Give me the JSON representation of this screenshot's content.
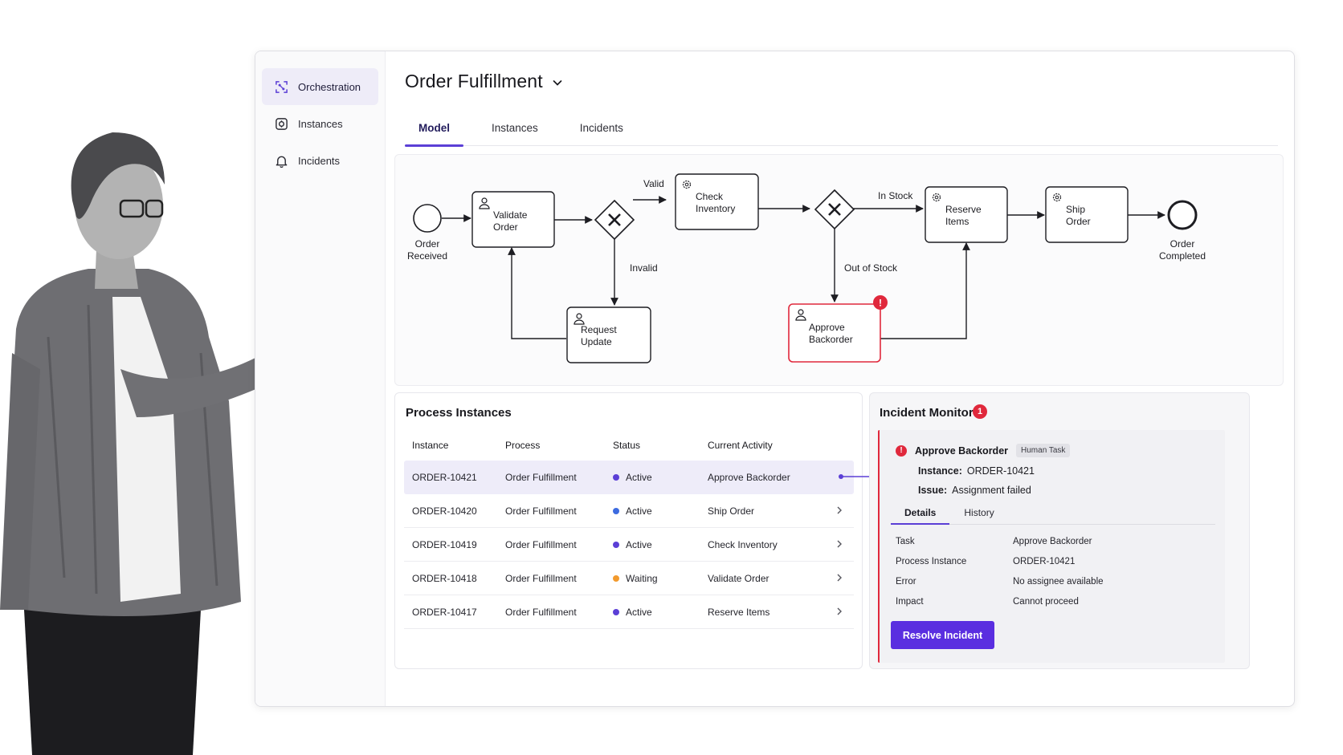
{
  "sidebar": {
    "items": [
      {
        "label": "Orchestration",
        "icon": "orchestration-icon",
        "active": true
      },
      {
        "label": "Instances",
        "icon": "instances-icon",
        "active": false
      },
      {
        "label": "Incidents",
        "icon": "bell-icon",
        "active": false
      }
    ]
  },
  "header": {
    "title": "Order Fulfillment",
    "tabs": [
      "Model",
      "Instances",
      "Incidents"
    ],
    "active_tab": "Model"
  },
  "diagram": {
    "start_event": "Order Received",
    "end_event": "Order Completed",
    "tasks": {
      "validate": "Validate Order",
      "check": "Check Inventory",
      "reserve": "Reserve Items",
      "ship": "Ship Order",
      "request": "Request Update",
      "approve": "Approve Backorder"
    },
    "flow_labels": {
      "valid": "Valid",
      "invalid": "Invalid",
      "in_stock": "In Stock",
      "out_of_stock": "Out of Stock"
    },
    "incident_marker": "!"
  },
  "process_instances": {
    "title": "Process Instances",
    "columns": [
      "Instance",
      "Process",
      "Status",
      "Current Activity"
    ],
    "rows": [
      {
        "instance": "ORDER-10421",
        "process": "Order Fulfillment",
        "status": "Active",
        "status_color": "#5b3fd6",
        "activity": "Approve Backorder",
        "selected": true
      },
      {
        "instance": "ORDER-10420",
        "process": "Order Fulfillment",
        "status": "Active",
        "status_color": "#3d6be0",
        "activity": "Ship Order",
        "selected": false
      },
      {
        "instance": "ORDER-10419",
        "process": "Order Fulfillment",
        "status": "Active",
        "status_color": "#5b3fd6",
        "activity": "Check Inventory",
        "selected": false
      },
      {
        "instance": "ORDER-10418",
        "process": "Order Fulfillment",
        "status": "Waiting",
        "status_color": "#f29a2e",
        "activity": "Validate Order",
        "selected": false
      },
      {
        "instance": "ORDER-10417",
        "process": "Order Fulfillment",
        "status": "Active",
        "status_color": "#5b3fd6",
        "activity": "Reserve Items",
        "selected": false
      }
    ]
  },
  "incident_monitor": {
    "title": "Incident Monitor",
    "count": "1",
    "incident": {
      "name": "Approve Backorder",
      "tag": "Human Task",
      "instance_label": "Instance:",
      "instance_value": "ORDER-10421",
      "issue_label": "Issue:",
      "issue_value": "Assignment failed"
    },
    "tabs": [
      "Details",
      "History"
    ],
    "active_tab": "Details",
    "details": [
      {
        "key": "Task",
        "value": "Approve Backorder"
      },
      {
        "key": "Process Instance",
        "value": "ORDER-10421"
      },
      {
        "key": "Error",
        "value": "No assignee available"
      },
      {
        "key": "Impact",
        "value": "Cannot proceed"
      }
    ],
    "resolve_label": "Resolve Incident"
  },
  "colors": {
    "accent": "#5b3fd6",
    "button": "#5a2ee0",
    "error": "#e0283c"
  }
}
